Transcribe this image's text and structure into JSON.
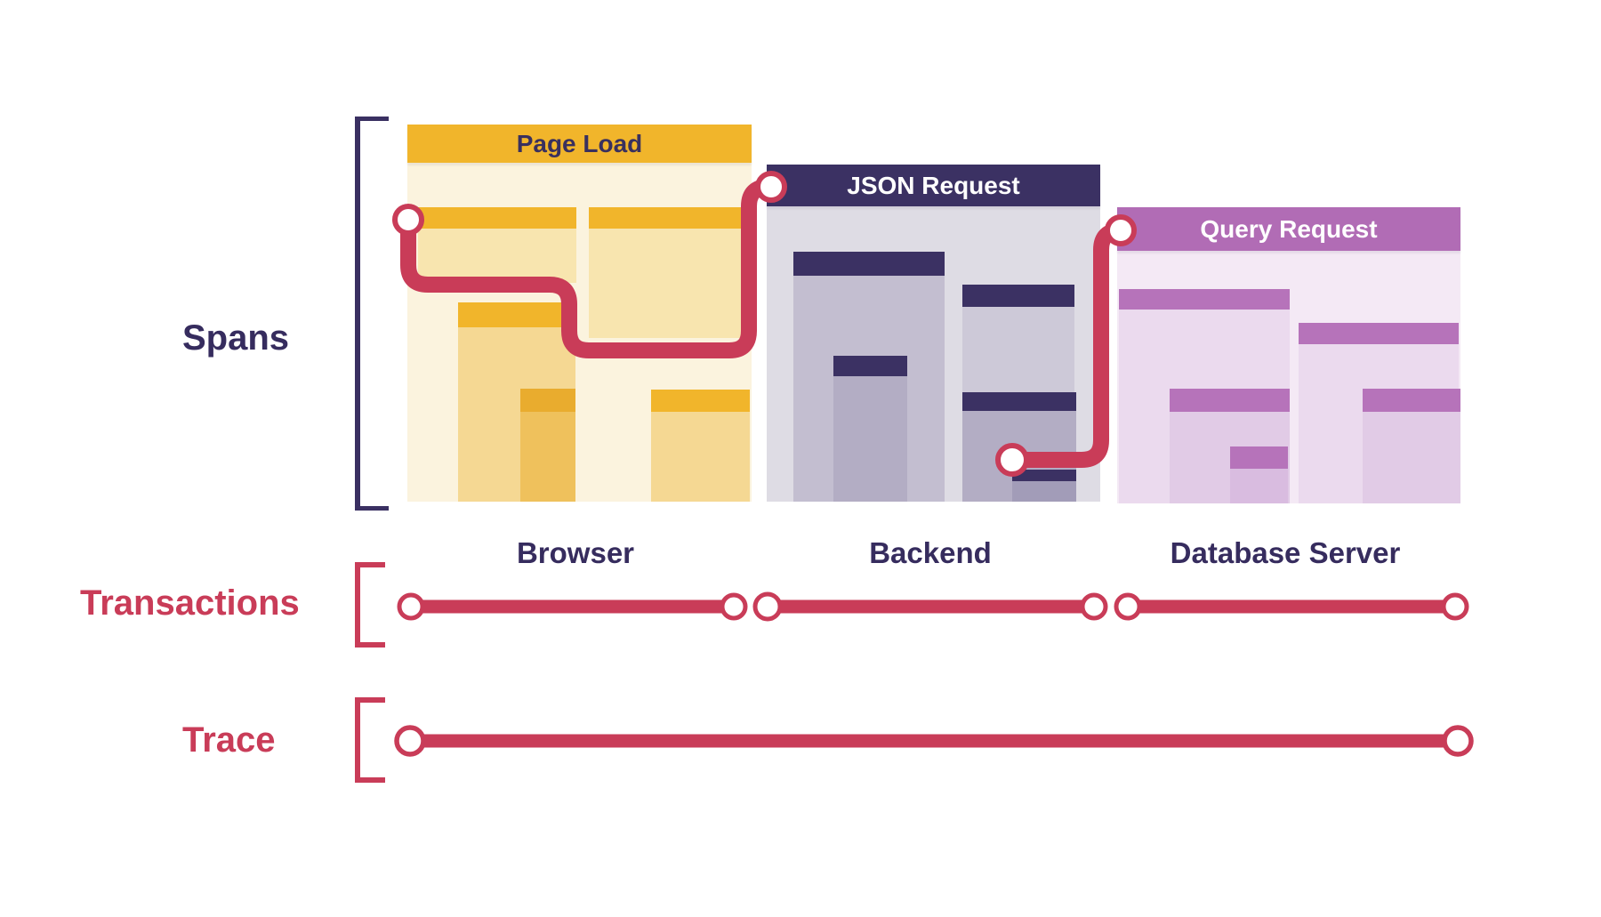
{
  "row_labels": {
    "spans": "Spans",
    "transactions": "Transactions",
    "trace": "Trace"
  },
  "panels": [
    {
      "title": "Page Load",
      "service": "Browser"
    },
    {
      "title": "JSON Request",
      "service": "Backend"
    },
    {
      "title": "Query Request",
      "service": "Database Server"
    }
  ],
  "colors": {
    "accent_red": "#C93C58",
    "navy": "#3A3062",
    "navy_text": "#362C5E",
    "gold": "#F1B52B",
    "gold_panel_bg": "#FBF3DE",
    "purple": "#B16CB5",
    "purple_panel_bg": "#F4E9F5",
    "gray_panel_bg": "#DEDCE4",
    "node_fill": "#FFFFFF"
  }
}
